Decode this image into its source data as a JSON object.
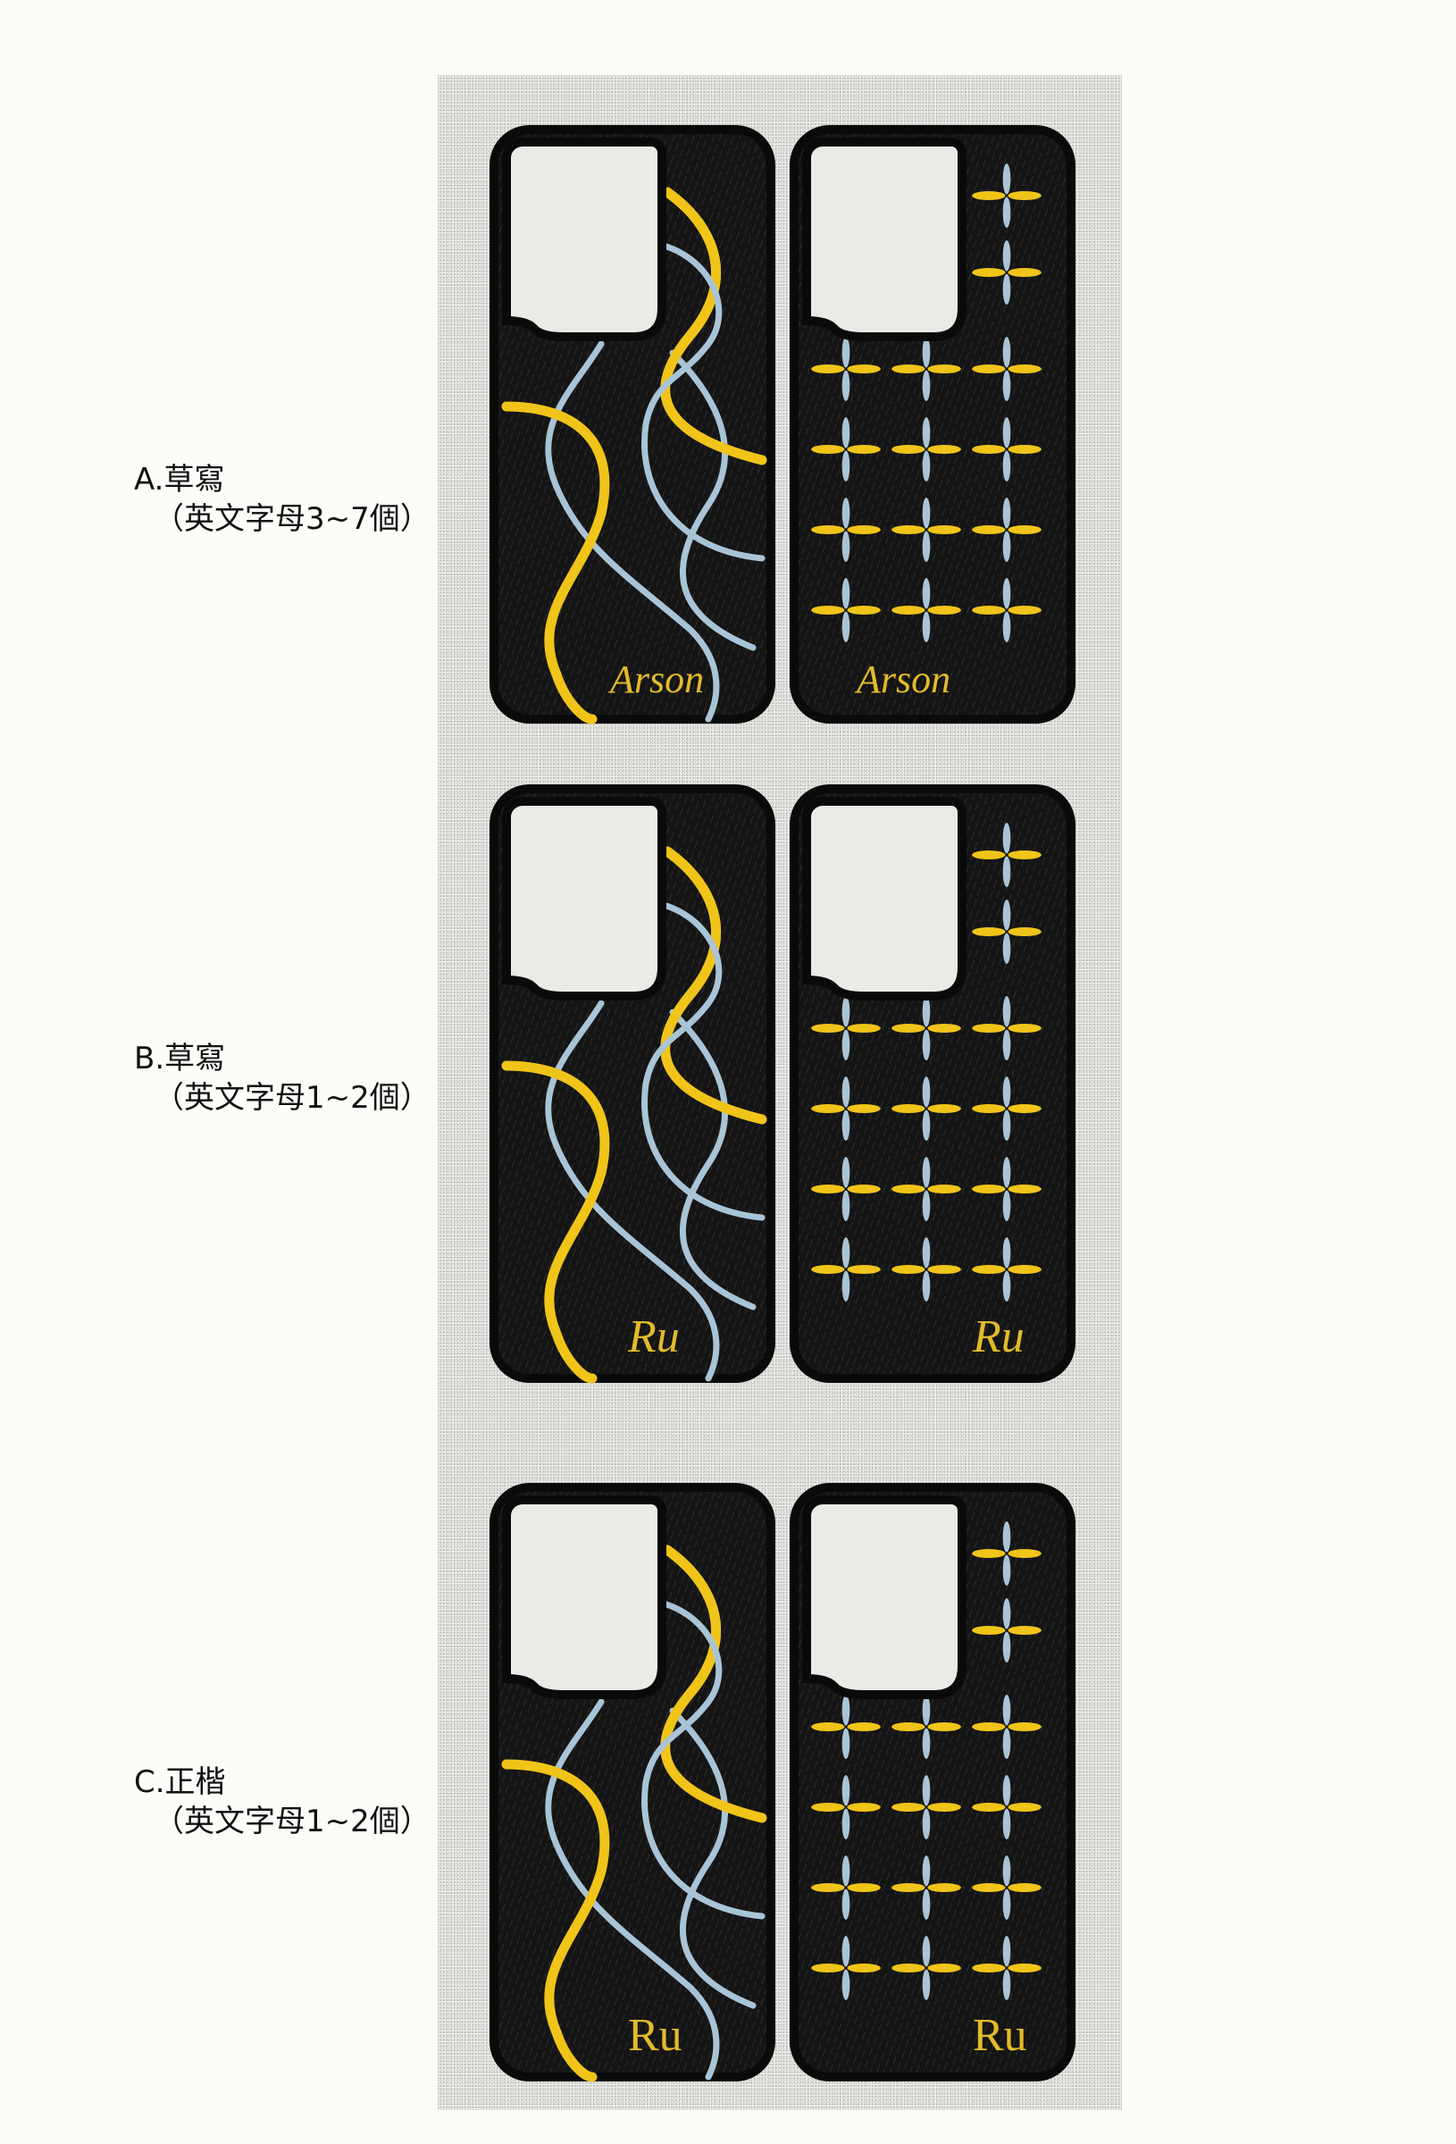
{
  "options": [
    {
      "id": "A",
      "title": "A.草寫",
      "subtitle": "（英文字母3~7個）",
      "name_text": "Arson",
      "font_style": "script"
    },
    {
      "id": "B",
      "title": "B.草寫",
      "subtitle": "（英文字母1~2個）",
      "name_text": "Ru",
      "font_style": "script"
    },
    {
      "id": "C",
      "title": "C.正楷",
      "subtitle": "（英文字母1~2個）",
      "name_text": "Ru",
      "font_style": "serif"
    }
  ],
  "designs": [
    "wave-lines",
    "flower-cross-grid"
  ],
  "colors": {
    "background": "#fcfcf9",
    "panel": "#eaeae6",
    "case_body": "#141414",
    "case_border": "#0a0a0a",
    "thread_yellow": "#f0c419",
    "thread_blue": "#a9c4d6",
    "text_gold": "#e2bb2a"
  }
}
